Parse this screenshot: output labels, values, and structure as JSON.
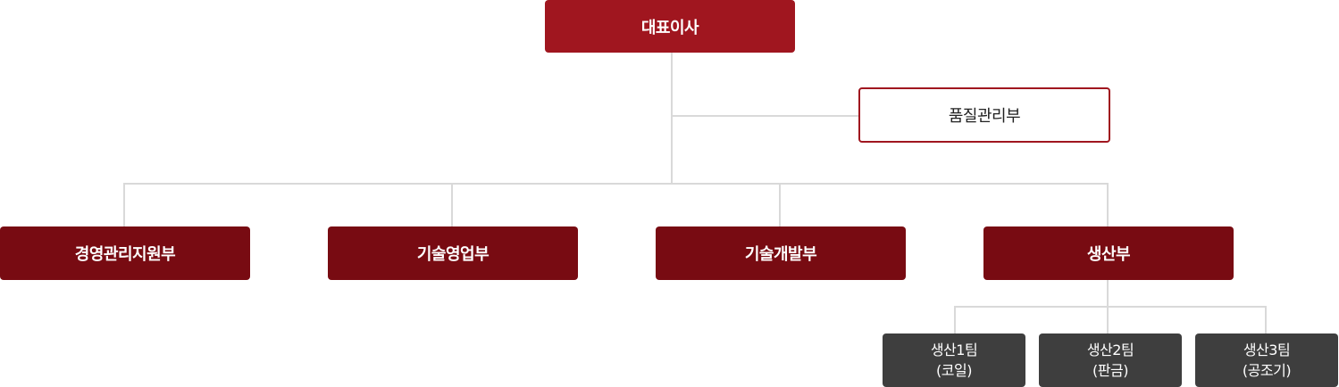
{
  "org": {
    "ceo": "대표이사",
    "quality": "품질관리부",
    "departments": [
      "경영관리지원부",
      "기술영업부",
      "기술개발부",
      "생산부"
    ],
    "teams": [
      {
        "name": "생산1팀",
        "sub": "(코일)"
      },
      {
        "name": "생산2팀",
        "sub": "(판금)"
      },
      {
        "name": "생산3팀",
        "sub": "(공조기)"
      }
    ]
  },
  "colors": {
    "ceo": "#a0161f",
    "department": "#780b12",
    "team": "#3e3e3e",
    "quality_border": "#a0161f",
    "connector": "#d9d9d9"
  }
}
